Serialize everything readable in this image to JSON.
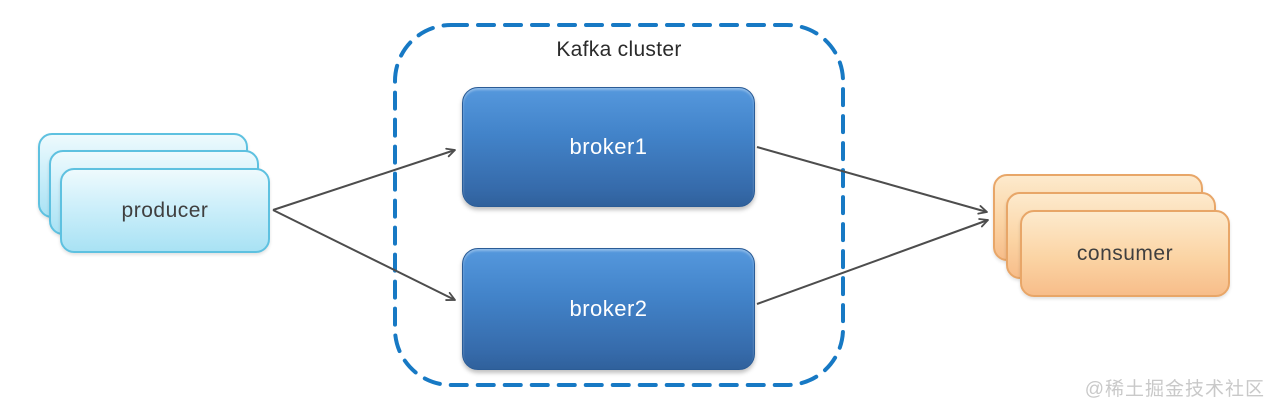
{
  "diagram": {
    "cluster_label": "Kafka cluster",
    "nodes": {
      "producer": {
        "label": "producer",
        "stack_count": 3
      },
      "broker1": {
        "label": "broker1"
      },
      "broker2": {
        "label": "broker2"
      },
      "consumer": {
        "label": "consumer",
        "stack_count": 3
      }
    },
    "edges": [
      {
        "from": "producer",
        "to": "broker1"
      },
      {
        "from": "producer",
        "to": "broker2"
      },
      {
        "from": "broker1",
        "to": "consumer"
      },
      {
        "from": "broker2",
        "to": "consumer"
      }
    ],
    "watermark": "@稀土掘金技术社区",
    "colors": {
      "cluster_border": "#1779c4",
      "broker_fill_top": "#5598dd",
      "broker_fill_bottom": "#30619c",
      "broker_text": "#ffffff",
      "producer_fill_top": "#eefafd",
      "producer_fill_bottom": "#a9e2f4",
      "producer_border": "#5ec1e0",
      "consumer_fill_top": "#fdeacd",
      "consumer_fill_bottom": "#f7bd8a",
      "consumer_border": "#e8a668",
      "arrow": "#4d4d4d",
      "title_text": "#2b2b2b",
      "watermark_text": "#c9c9c9"
    }
  }
}
